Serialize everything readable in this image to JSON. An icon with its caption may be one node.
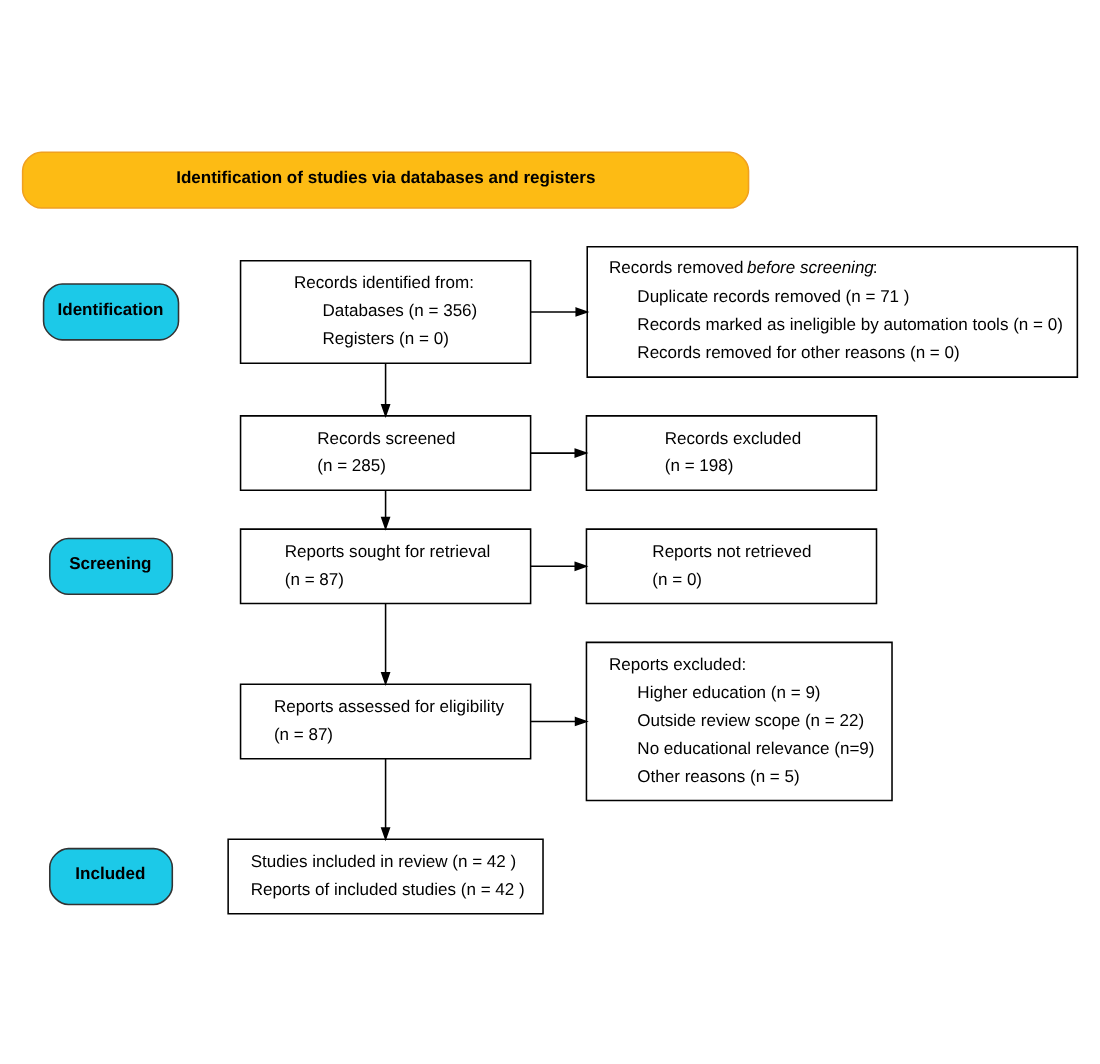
{
  "diagram": {
    "nodes": [
      {
        "text": [
          "Identification of studies via databases and registers"
        ]
      },
      {
        "text": [
          "Identification"
        ]
      },
      {
        "text": [
          "Records identified from:",
          "Databases (n = 356)",
          "Registers (n = 0)"
        ]
      },
      {
        "text": [
          "Records removed *before screening*:",
          "Duplicate records removed (n = 71 )",
          "Records marked as ineligible by automation tools (n = 0)",
          "Records removed for other reasons (n = 0)"
        ]
      },
      {
        "text": [
          "Screening"
        ]
      },
      {
        "text": [
          "Records screened",
          "(n = 285)"
        ]
      },
      {
        "text": [
          "Records excluded",
          "(n = 198)"
        ]
      },
      {
        "text": [
          "Reports sought for retrieval",
          "(n = 87)"
        ]
      },
      {
        "text": [
          "Reports not retrieved",
          "(n = 0)"
        ]
      },
      {
        "text": [
          "Reports assessed for eligibility",
          "(n = 87)"
        ]
      },
      {
        "text": [
          "Reports excluded:",
          "Higher education (n = 9)",
          "Outside review scope (n = 22)",
          "No educational relevance (n=9)",
          "Other reasons (n = 5)"
        ]
      },
      {
        "text": [
          "Included"
        ]
      },
      {
        "text": [
          "Studies included in review (n = 42 )",
          "Reports of included studies (n = 42 )"
        ]
      }
    ],
    "edges": [
      {
        "from": 2,
        "to": 3,
        "arrow": "to"
      },
      {
        "from": 2,
        "to": 5,
        "arrow": "to"
      },
      {
        "from": 5,
        "to": 6,
        "arrow": "to"
      },
      {
        "from": 5,
        "to": 7,
        "arrow": "to"
      },
      {
        "from": 7,
        "to": 8,
        "arrow": "to"
      },
      {
        "from": 7,
        "to": 9,
        "arrow": "to"
      },
      {
        "from": 9,
        "to": 10,
        "arrow": "to"
      },
      {
        "from": 9,
        "to": 12,
        "arrow": "to"
      }
    ]
  }
}
